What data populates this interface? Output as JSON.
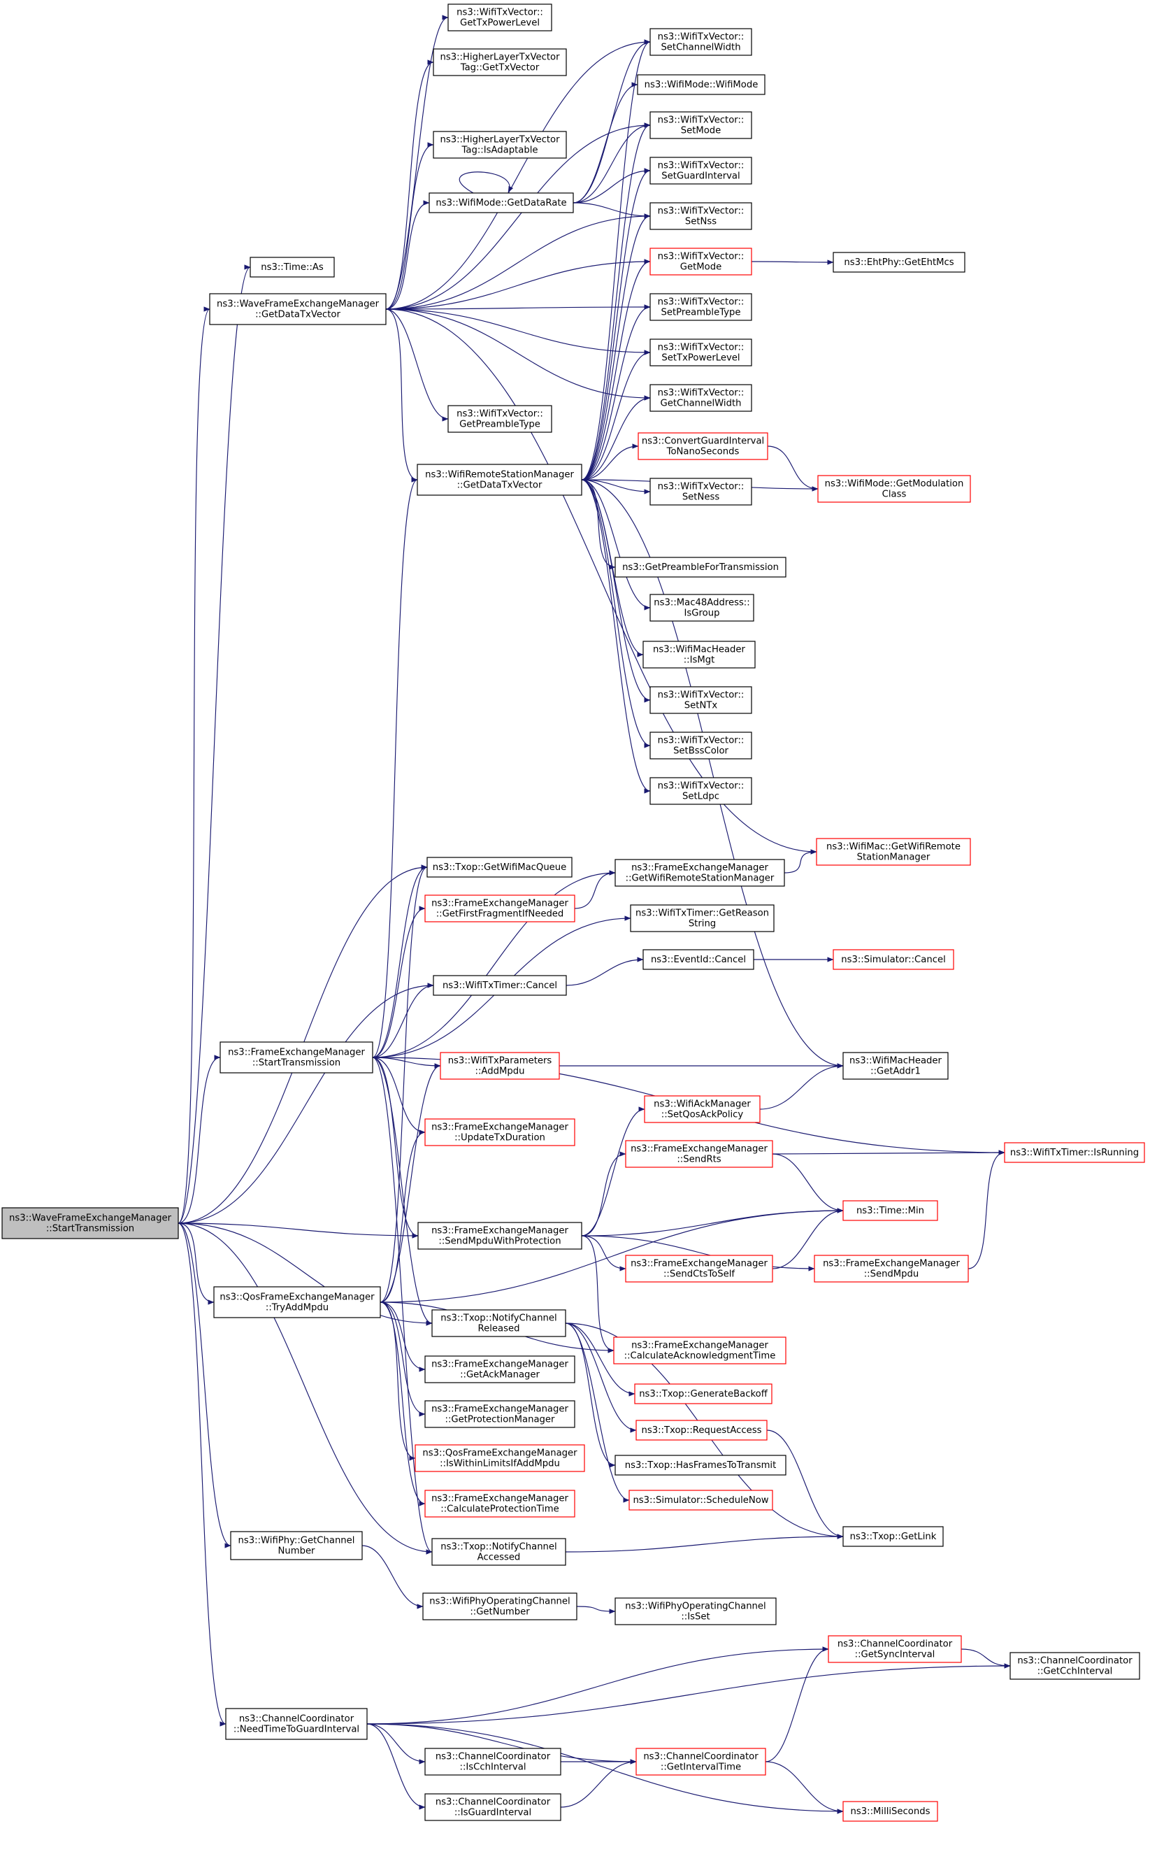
{
  "colors": {
    "edge": "#191970",
    "root_fill": "#bfbfbf",
    "normal_border": "#000000",
    "truncated_border": "#ff0000",
    "node_fill": "#ffffff"
  },
  "nodes": [
    {
      "id": "n1",
      "lines": [
        "ns3::WaveFrameExchangeManager",
        "::StartTransmission"
      ],
      "style": "root"
    },
    {
      "id": "n2",
      "lines": [
        "ns3::Time::As"
      ],
      "style": "normal"
    },
    {
      "id": "n3",
      "lines": [
        "ns3::WaveFrameExchangeManager",
        "::GetDataTxVector"
      ],
      "style": "normal"
    },
    {
      "id": "n4",
      "lines": [
        "ns3::WifiTxVector::",
        "GetTxPowerLevel"
      ],
      "style": "normal"
    },
    {
      "id": "n5",
      "lines": [
        "ns3::HigherLayerTxVector",
        "Tag::GetTxVector"
      ],
      "style": "normal"
    },
    {
      "id": "n6",
      "lines": [
        "ns3::HigherLayerTxVector",
        "Tag::IsAdaptable"
      ],
      "style": "normal"
    },
    {
      "id": "n7",
      "lines": [
        "ns3::WifiMode::GetDataRate"
      ],
      "style": "normal"
    },
    {
      "id": "n8",
      "lines": [
        "ns3::WifiTxVector::",
        "SetChannelWidth"
      ],
      "style": "normal"
    },
    {
      "id": "n9",
      "lines": [
        "ns3::WifiMode::WifiMode"
      ],
      "style": "normal"
    },
    {
      "id": "n10",
      "lines": [
        "ns3::WifiTxVector::",
        "SetMode"
      ],
      "style": "normal"
    },
    {
      "id": "n11",
      "lines": [
        "ns3::WifiTxVector::",
        "SetGuardInterval"
      ],
      "style": "normal"
    },
    {
      "id": "n12",
      "lines": [
        "ns3::WifiTxVector::",
        "SetNss"
      ],
      "style": "normal"
    },
    {
      "id": "n13",
      "lines": [
        "ns3::WifiTxVector::",
        "GetMode"
      ],
      "style": "truncated"
    },
    {
      "id": "n14",
      "lines": [
        "ns3::EhtPhy::GetEhtMcs"
      ],
      "style": "normal"
    },
    {
      "id": "n15",
      "lines": [
        "ns3::WifiTxVector::",
        "SetPreambleType"
      ],
      "style": "normal"
    },
    {
      "id": "n16",
      "lines": [
        "ns3::WifiTxVector::",
        "SetTxPowerLevel"
      ],
      "style": "normal"
    },
    {
      "id": "n17",
      "lines": [
        "ns3::WifiTxVector::",
        "GetChannelWidth"
      ],
      "style": "normal"
    },
    {
      "id": "n18",
      "lines": [
        "ns3::WifiTxVector::",
        "GetPreambleType"
      ],
      "style": "normal"
    },
    {
      "id": "n19",
      "lines": [
        "ns3::WifiRemoteStationManager",
        "::GetDataTxVector"
      ],
      "style": "normal"
    },
    {
      "id": "n20",
      "lines": [
        "ns3::ConvertGuardInterval",
        "ToNanoSeconds"
      ],
      "style": "truncated"
    },
    {
      "id": "n21",
      "lines": [
        "ns3::WifiMode::GetModulation",
        "Class"
      ],
      "style": "truncated"
    },
    {
      "id": "n22",
      "lines": [
        "ns3::WifiTxVector::",
        "SetNess"
      ],
      "style": "normal"
    },
    {
      "id": "n23",
      "lines": [
        "ns3::GetPreambleForTransmission"
      ],
      "style": "normal"
    },
    {
      "id": "n24",
      "lines": [
        "ns3::Mac48Address::",
        "IsGroup"
      ],
      "style": "normal"
    },
    {
      "id": "n25",
      "lines": [
        "ns3::WifiMacHeader",
        "::IsMgt"
      ],
      "style": "normal"
    },
    {
      "id": "n26",
      "lines": [
        "ns3::WifiTxVector::",
        "SetNTx"
      ],
      "style": "normal"
    },
    {
      "id": "n27",
      "lines": [
        "ns3::WifiTxVector::",
        "SetBssColor"
      ],
      "style": "normal"
    },
    {
      "id": "n28",
      "lines": [
        "ns3::WifiTxVector::",
        "SetLdpc"
      ],
      "style": "normal"
    },
    {
      "id": "n29",
      "lines": [
        "ns3::WifiMac::GetWifiRemote",
        "StationManager"
      ],
      "style": "truncated"
    },
    {
      "id": "n30",
      "lines": [
        "ns3::Txop::GetWifiMacQueue"
      ],
      "style": "normal"
    },
    {
      "id": "n31",
      "lines": [
        "ns3::FrameExchangeManager",
        "::GetWifiRemoteStationManager"
      ],
      "style": "normal"
    },
    {
      "id": "n32",
      "lines": [
        "ns3::FrameExchangeManager",
        "::GetFirstFragmentIfNeeded"
      ],
      "style": "truncated"
    },
    {
      "id": "n33",
      "lines": [
        "ns3::WifiTxTimer::GetReason",
        "String"
      ],
      "style": "normal"
    },
    {
      "id": "n34",
      "lines": [
        "ns3::EventId::Cancel"
      ],
      "style": "normal"
    },
    {
      "id": "n35",
      "lines": [
        "ns3::Simulator::Cancel"
      ],
      "style": "truncated"
    },
    {
      "id": "n36",
      "lines": [
        "ns3::WifiTxTimer::Cancel"
      ],
      "style": "normal"
    },
    {
      "id": "n37",
      "lines": [
        "ns3::FrameExchangeManager",
        "::StartTransmission"
      ],
      "style": "normal"
    },
    {
      "id": "n38",
      "lines": [
        "ns3::WifiTxParameters",
        "::AddMpdu"
      ],
      "style": "truncated"
    },
    {
      "id": "n39",
      "lines": [
        "ns3::WifiMacHeader",
        "::GetAddr1"
      ],
      "style": "normal"
    },
    {
      "id": "n40",
      "lines": [
        "ns3::FrameExchangeManager",
        "::UpdateTxDuration"
      ],
      "style": "truncated"
    },
    {
      "id": "n41",
      "lines": [
        "ns3::WifiAckManager",
        "::SetQosAckPolicy"
      ],
      "style": "truncated"
    },
    {
      "id": "n42",
      "lines": [
        "ns3::FrameExchangeManager",
        "::SendRts"
      ],
      "style": "truncated"
    },
    {
      "id": "n43",
      "lines": [
        "ns3::WifiTxTimer::IsRunning"
      ],
      "style": "truncated"
    },
    {
      "id": "n44",
      "lines": [
        "ns3::Time::Min"
      ],
      "style": "truncated"
    },
    {
      "id": "n45",
      "lines": [
        "ns3::FrameExchangeManager",
        "::SendMpduWithProtection"
      ],
      "style": "normal"
    },
    {
      "id": "n46",
      "lines": [
        "ns3::FrameExchangeManager",
        "::SendCtsToSelf"
      ],
      "style": "truncated"
    },
    {
      "id": "n47",
      "lines": [
        "ns3::FrameExchangeManager",
        "::SendMpdu"
      ],
      "style": "truncated"
    },
    {
      "id": "n48",
      "lines": [
        "ns3::QosFrameExchangeManager",
        "::TryAddMpdu"
      ],
      "style": "normal"
    },
    {
      "id": "n49",
      "lines": [
        "ns3::Txop::NotifyChannel",
        "Released"
      ],
      "style": "normal"
    },
    {
      "id": "n50",
      "lines": [
        "ns3::FrameExchangeManager",
        "::CalculateAcknowledgmentTime"
      ],
      "style": "truncated"
    },
    {
      "id": "n51",
      "lines": [
        "ns3::FrameExchangeManager",
        "::GetAckManager"
      ],
      "style": "normal"
    },
    {
      "id": "n52",
      "lines": [
        "ns3::Txop::GenerateBackoff"
      ],
      "style": "truncated"
    },
    {
      "id": "n53",
      "lines": [
        "ns3::FrameExchangeManager",
        "::GetProtectionManager"
      ],
      "style": "normal"
    },
    {
      "id": "n54",
      "lines": [
        "ns3::Txop::RequestAccess"
      ],
      "style": "truncated"
    },
    {
      "id": "n55",
      "lines": [
        "ns3::QosFrameExchangeManager",
        "::IsWithinLimitsIfAddMpdu"
      ],
      "style": "truncated"
    },
    {
      "id": "n56",
      "lines": [
        "ns3::Txop::HasFramesToTransmit"
      ],
      "style": "normal"
    },
    {
      "id": "n57",
      "lines": [
        "ns3::FrameExchangeManager",
        "::CalculateProtectionTime"
      ],
      "style": "truncated"
    },
    {
      "id": "n58",
      "lines": [
        "ns3::Simulator::ScheduleNow"
      ],
      "style": "truncated"
    },
    {
      "id": "n59",
      "lines": [
        "ns3::WifiPhy::GetChannel",
        "Number"
      ],
      "style": "normal"
    },
    {
      "id": "n60",
      "lines": [
        "ns3::Txop::NotifyChannel",
        "Accessed"
      ],
      "style": "normal"
    },
    {
      "id": "n61",
      "lines": [
        "ns3::Txop::GetLink"
      ],
      "style": "normal"
    },
    {
      "id": "n62",
      "lines": [
        "ns3::WifiPhyOperatingChannel",
        "::GetNumber"
      ],
      "style": "normal"
    },
    {
      "id": "n63",
      "lines": [
        "ns3::WifiPhyOperatingChannel",
        "::IsSet"
      ],
      "style": "normal"
    },
    {
      "id": "n64",
      "lines": [
        "ns3::ChannelCoordinator",
        "::GetSyncInterval"
      ],
      "style": "truncated"
    },
    {
      "id": "n65",
      "lines": [
        "ns3::ChannelCoordinator",
        "::GetCchInterval"
      ],
      "style": "normal"
    },
    {
      "id": "n66",
      "lines": [
        "ns3::ChannelCoordinator",
        "::NeedTimeToGuardInterval"
      ],
      "style": "normal"
    },
    {
      "id": "n67",
      "lines": [
        "ns3::ChannelCoordinator",
        "::IsCchInterval"
      ],
      "style": "normal"
    },
    {
      "id": "n68",
      "lines": [
        "ns3::ChannelCoordinator",
        "::GetIntervalTime"
      ],
      "style": "truncated"
    },
    {
      "id": "n69",
      "lines": [
        "ns3::ChannelCoordinator",
        "::IsGuardInterval"
      ],
      "style": "normal"
    },
    {
      "id": "n70",
      "lines": [
        "ns3::MilliSeconds"
      ],
      "style": "truncated"
    }
  ],
  "edges": [
    [
      "n1",
      "n2"
    ],
    [
      "n1",
      "n3"
    ],
    [
      "n1",
      "n30"
    ],
    [
      "n1",
      "n36"
    ],
    [
      "n1",
      "n37"
    ],
    [
      "n1",
      "n45"
    ],
    [
      "n1",
      "n48"
    ],
    [
      "n1",
      "n49"
    ],
    [
      "n1",
      "n59"
    ],
    [
      "n1",
      "n60"
    ],
    [
      "n1",
      "n66"
    ],
    [
      "n3",
      "n4"
    ],
    [
      "n3",
      "n5"
    ],
    [
      "n3",
      "n6"
    ],
    [
      "n3",
      "n7"
    ],
    [
      "n3",
      "n8"
    ],
    [
      "n3",
      "n10"
    ],
    [
      "n3",
      "n12"
    ],
    [
      "n3",
      "n13"
    ],
    [
      "n3",
      "n15"
    ],
    [
      "n3",
      "n16"
    ],
    [
      "n3",
      "n17"
    ],
    [
      "n3",
      "n18"
    ],
    [
      "n3",
      "n19"
    ],
    [
      "n3",
      "n29"
    ],
    [
      "n7",
      "n7"
    ],
    [
      "n7",
      "n8"
    ],
    [
      "n7",
      "n9"
    ],
    [
      "n7",
      "n10"
    ],
    [
      "n7",
      "n11"
    ],
    [
      "n7",
      "n12"
    ],
    [
      "n13",
      "n14"
    ],
    [
      "n19",
      "n8"
    ],
    [
      "n19",
      "n10"
    ],
    [
      "n19",
      "n11"
    ],
    [
      "n19",
      "n12"
    ],
    [
      "n19",
      "n13"
    ],
    [
      "n19",
      "n15"
    ],
    [
      "n19",
      "n16"
    ],
    [
      "n19",
      "n17"
    ],
    [
      "n19",
      "n20"
    ],
    [
      "n19",
      "n21"
    ],
    [
      "n19",
      "n22"
    ],
    [
      "n19",
      "n23"
    ],
    [
      "n19",
      "n24"
    ],
    [
      "n19",
      "n25"
    ],
    [
      "n19",
      "n26"
    ],
    [
      "n19",
      "n27"
    ],
    [
      "n19",
      "n28"
    ],
    [
      "n19",
      "n39"
    ],
    [
      "n20",
      "n21"
    ],
    [
      "n31",
      "n29"
    ],
    [
      "n32",
      "n31"
    ],
    [
      "n34",
      "n35"
    ],
    [
      "n36",
      "n34"
    ],
    [
      "n37",
      "n19"
    ],
    [
      "n37",
      "n30"
    ],
    [
      "n37",
      "n31"
    ],
    [
      "n37",
      "n32"
    ],
    [
      "n37",
      "n33"
    ],
    [
      "n37",
      "n36"
    ],
    [
      "n37",
      "n38"
    ],
    [
      "n37",
      "n40"
    ],
    [
      "n37",
      "n43"
    ],
    [
      "n37",
      "n45"
    ],
    [
      "n37",
      "n49"
    ],
    [
      "n37",
      "n60"
    ],
    [
      "n38",
      "n39"
    ],
    [
      "n41",
      "n39"
    ],
    [
      "n42",
      "n43"
    ],
    [
      "n42",
      "n44"
    ],
    [
      "n45",
      "n41"
    ],
    [
      "n45",
      "n42"
    ],
    [
      "n45",
      "n44"
    ],
    [
      "n45",
      "n46"
    ],
    [
      "n45",
      "n47"
    ],
    [
      "n45",
      "n50"
    ],
    [
      "n46",
      "n44"
    ],
    [
      "n47",
      "n43"
    ],
    [
      "n48",
      "n30"
    ],
    [
      "n48",
      "n38"
    ],
    [
      "n48",
      "n40"
    ],
    [
      "n48",
      "n44"
    ],
    [
      "n48",
      "n50"
    ],
    [
      "n48",
      "n51"
    ],
    [
      "n48",
      "n53"
    ],
    [
      "n48",
      "n55"
    ],
    [
      "n48",
      "n57"
    ],
    [
      "n49",
      "n52"
    ],
    [
      "n49",
      "n54"
    ],
    [
      "n49",
      "n56"
    ],
    [
      "n49",
      "n58"
    ],
    [
      "n49",
      "n61"
    ],
    [
      "n54",
      "n61"
    ],
    [
      "n59",
      "n62"
    ],
    [
      "n60",
      "n61"
    ],
    [
      "n62",
      "n63"
    ],
    [
      "n64",
      "n65"
    ],
    [
      "n66",
      "n64"
    ],
    [
      "n66",
      "n65"
    ],
    [
      "n66",
      "n67"
    ],
    [
      "n66",
      "n68"
    ],
    [
      "n66",
      "n69"
    ],
    [
      "n66",
      "n70"
    ],
    [
      "n67",
      "n68"
    ],
    [
      "n68",
      "n64"
    ],
    [
      "n68",
      "n70"
    ],
    [
      "n69",
      "n68"
    ]
  ]
}
